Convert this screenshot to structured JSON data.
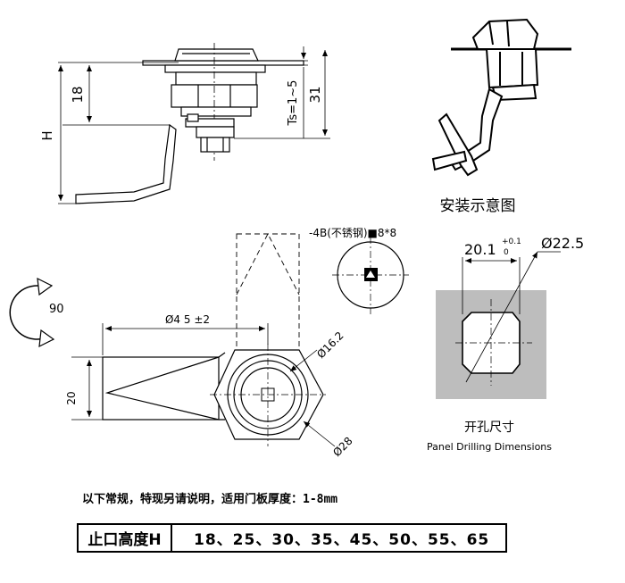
{
  "side_view": {
    "dim_h": "H",
    "dim_18": "18",
    "dim_ts": "Ts=1~5",
    "dim_31": "31"
  },
  "install_view": {
    "caption": "安装示意图"
  },
  "front_view": {
    "rotation": "90",
    "length": "Ø4 5 ±2",
    "width": "20",
    "inner_dia": "Ø16.2",
    "outer_dia": "Ø28"
  },
  "key_detail": {
    "label": "-4B(不锈钢)■8*8"
  },
  "panel_cutout": {
    "flat": "20.1",
    "tol_upper": "+0.1",
    "tol_lower": "0",
    "diameter": "Ø22.5",
    "caption_cn": "开孔尺寸",
    "caption_en": "Panel Drilling Dimensions"
  },
  "note": "以下常规，特现另请说明，适用门板厚度：1-8mm",
  "height_table": {
    "label": "止口高度H",
    "values": "18、25、30、35、45、50、55、65"
  }
}
